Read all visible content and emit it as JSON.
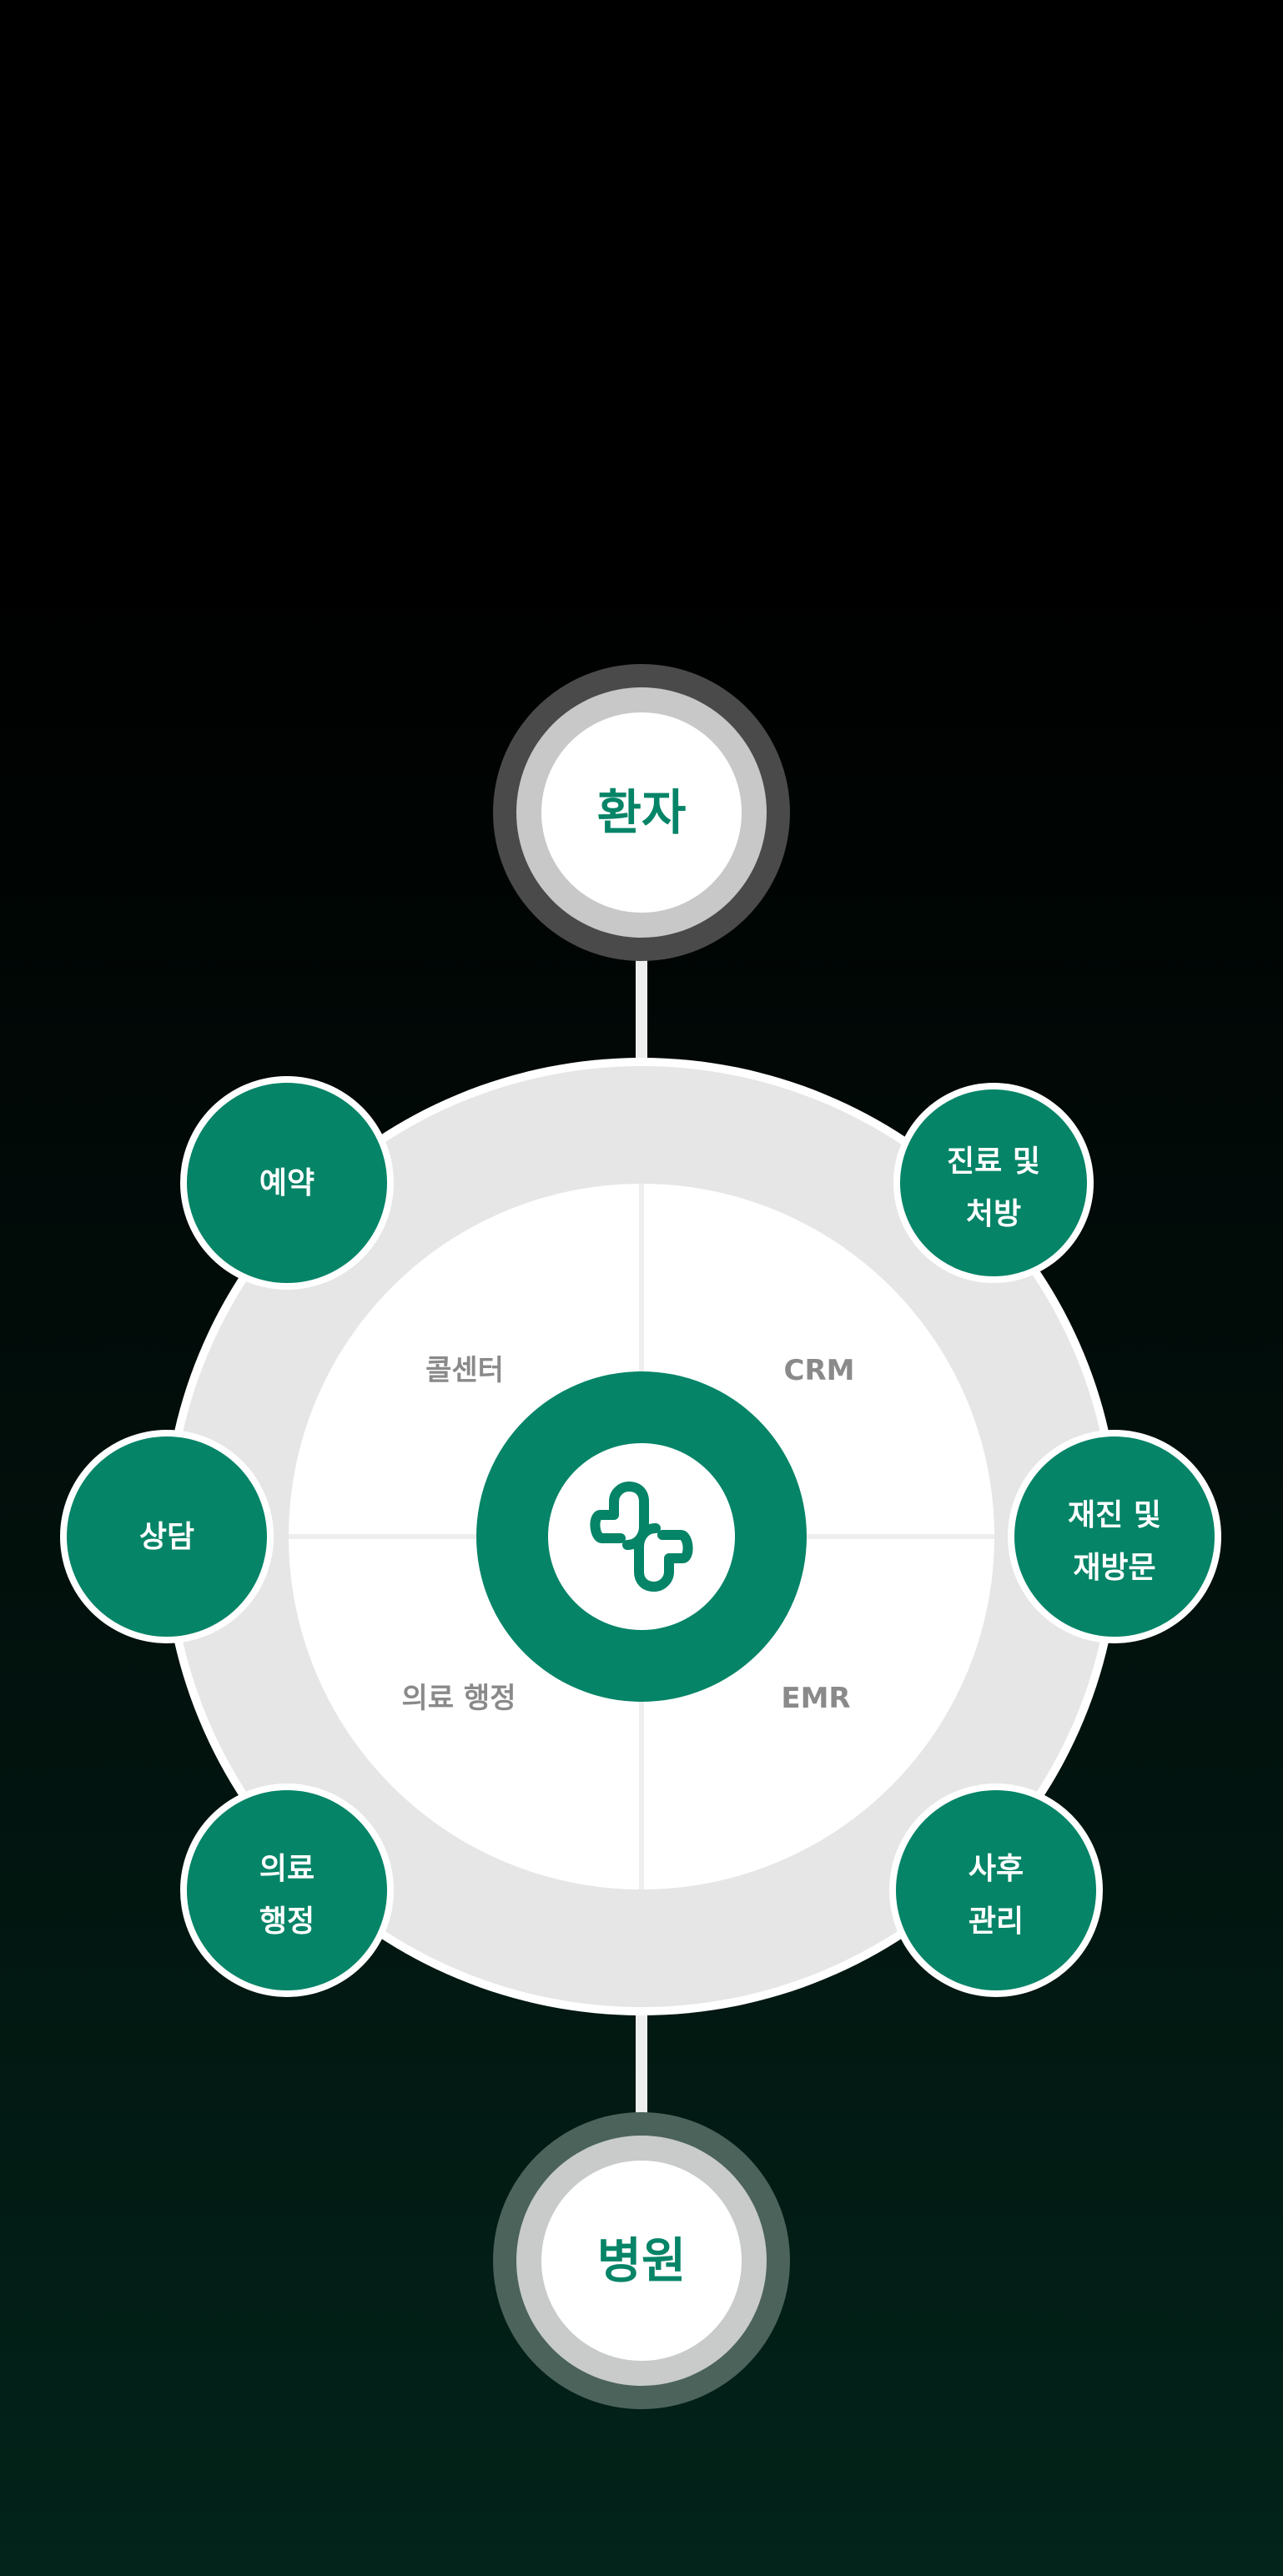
{
  "colors": {
    "brand_green": "#058467",
    "ring_gray": "#e6e6e6",
    "white": "#ffffff",
    "sector_text": "#8a8a8a",
    "connector": "#eeeeee"
  },
  "endpoints": {
    "top": {
      "label": "환자"
    },
    "bottom": {
      "label": "병원"
    }
  },
  "center": {
    "icon": "hospital-cross-logo-icon"
  },
  "sectors": [
    {
      "id": "call-center",
      "label": "콜센터"
    },
    {
      "id": "crm",
      "label": "CRM"
    },
    {
      "id": "medical-admin",
      "label": "의료 행정"
    },
    {
      "id": "emr",
      "label": "EMR"
    }
  ],
  "bubbles": [
    {
      "id": "reservation",
      "lines": [
        "예약"
      ]
    },
    {
      "id": "treatment-prescription",
      "lines": [
        "진료 및",
        "처방"
      ]
    },
    {
      "id": "consultation",
      "lines": [
        "상담"
      ]
    },
    {
      "id": "revisit",
      "lines": [
        "재진 및",
        "재방문"
      ]
    },
    {
      "id": "medical-administration",
      "lines": [
        "의료",
        "행정"
      ]
    },
    {
      "id": "aftercare",
      "lines": [
        "사후",
        "관리"
      ]
    }
  ]
}
